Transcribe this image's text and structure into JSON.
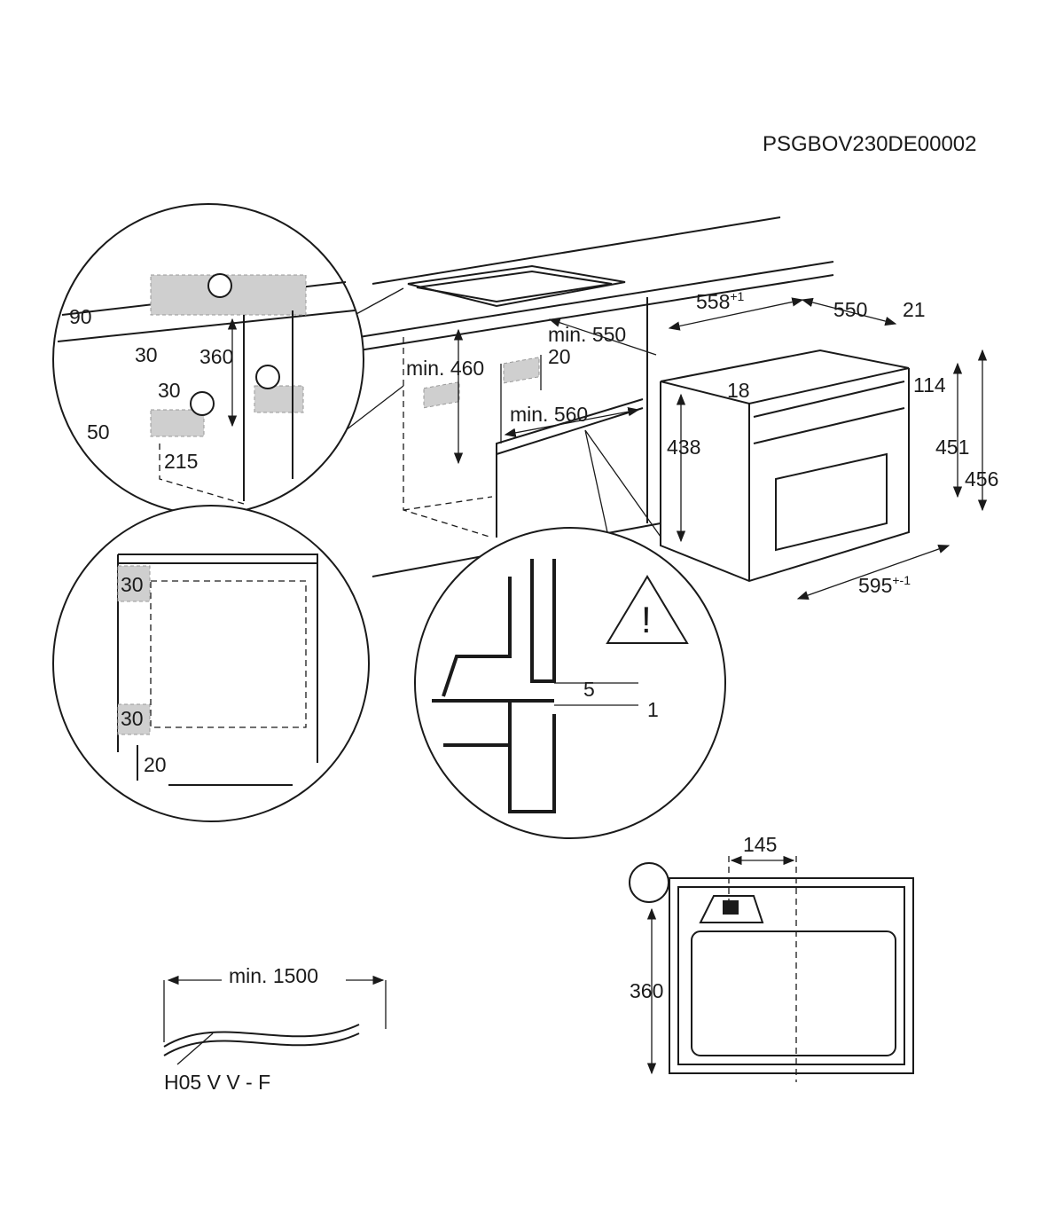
{
  "code": "PSGBOV230DE00002",
  "detail_top": {
    "d90": "90",
    "d30a": "30",
    "d360": "360",
    "d30b": "30",
    "d50": "50",
    "d215": "215"
  },
  "kitchen": {
    "min460": "min. 460",
    "d20": "20",
    "min550": "min. 550",
    "min560": "min. 560"
  },
  "oven": {
    "w558": "558",
    "w558_tol": "+1",
    "d550": "550",
    "d21": "21",
    "d18": "18",
    "d114": "114",
    "h438": "438",
    "h451": "451",
    "h456": "456",
    "w595": "595",
    "w595_tol": "+-1"
  },
  "detail_side": {
    "d30a": "30",
    "d30b": "30",
    "d20": "20"
  },
  "detail_gap": {
    "d5": "5",
    "d1": "1"
  },
  "cable": {
    "length": "min. 1500",
    "type": "H05 V V - F"
  },
  "front": {
    "d145": "145",
    "d360": "360"
  }
}
